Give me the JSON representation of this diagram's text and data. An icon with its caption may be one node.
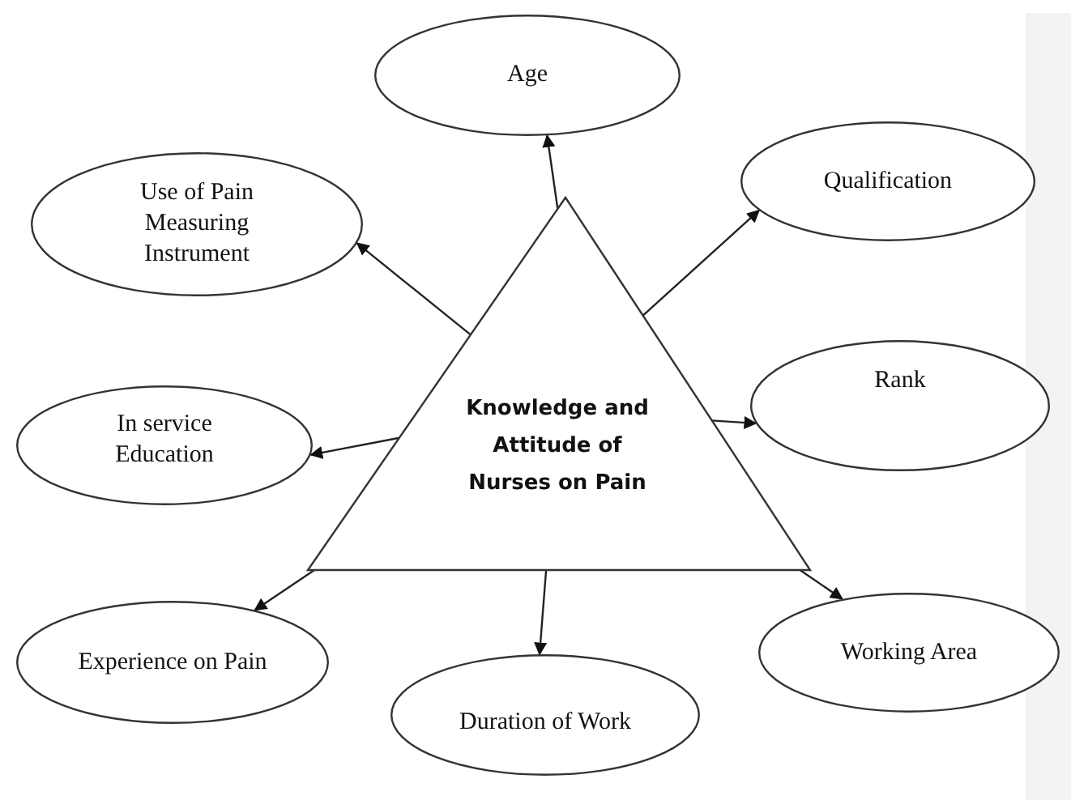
{
  "diagram": {
    "nodes": [
      {
        "text": [
          "Knowledge and Attitude of Nurses on Pain"
        ]
      },
      {
        "text": [
          "Age"
        ]
      },
      {
        "text": [
          "Qualification"
        ]
      },
      {
        "text": [
          "Use of Pain Measuring Instrument"
        ]
      },
      {
        "text": [
          "In service Education"
        ]
      },
      {
        "text": [
          "Rank"
        ]
      },
      {
        "text": [
          "Experience on Pain"
        ]
      },
      {
        "text": [
          "Working Area"
        ]
      },
      {
        "text": [
          "Duration of Work"
        ]
      }
    ],
    "edges": [
      {
        "from": 0,
        "to": 1,
        "arrow": "to"
      },
      {
        "from": 0,
        "to": 2,
        "arrow": "to"
      },
      {
        "from": 0,
        "to": 3,
        "arrow": "to"
      },
      {
        "from": 0,
        "to": 4,
        "arrow": "to"
      },
      {
        "from": 0,
        "to": 5,
        "arrow": "to"
      },
      {
        "from": 0,
        "to": 6,
        "arrow": "to"
      },
      {
        "from": 0,
        "to": 7,
        "arrow": "to"
      },
      {
        "from": 0,
        "to": 8,
        "arrow": "to"
      }
    ]
  }
}
